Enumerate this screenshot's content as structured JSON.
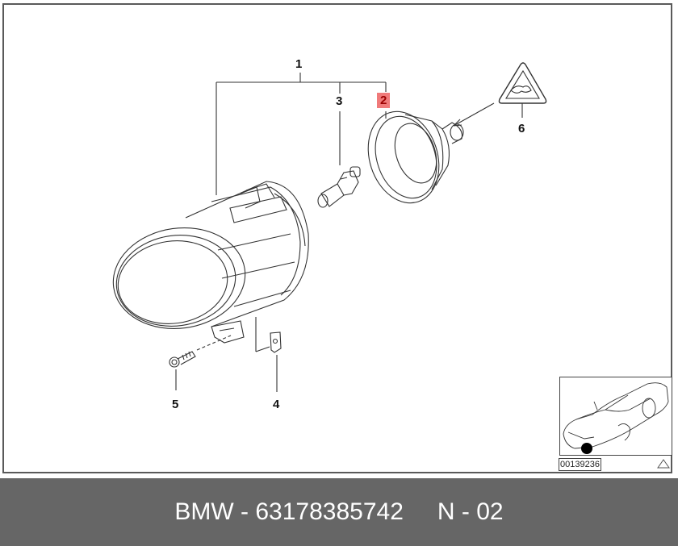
{
  "diagram": {
    "title": "Fog light assembly exploded view",
    "callouts": [
      {
        "id": "1",
        "label": "1",
        "highlighted": false
      },
      {
        "id": "2",
        "label": "2",
        "highlighted": true
      },
      {
        "id": "3",
        "label": "3",
        "highlighted": false
      },
      {
        "id": "4",
        "label": "4",
        "highlighted": false
      },
      {
        "id": "5",
        "label": "5",
        "highlighted": false
      },
      {
        "id": "6",
        "label": "6",
        "highlighted": false
      }
    ],
    "parts": {
      "1": "fog-light-housing",
      "2": "reflector-socket",
      "3": "halogen-bulb",
      "4": "clip-nut",
      "5": "screw",
      "6": "warning-label"
    },
    "highlight_color": "#f07a7a",
    "inset": {
      "image_code": "00139236",
      "marker_icon": "warning-triangle-icon"
    }
  },
  "footer": {
    "brand": "BMW",
    "separator": "-",
    "part_number": "63178385742",
    "position_code": "N - 02",
    "text_left": "BMW - 63178385742",
    "text_right": "N - 02",
    "background": "#666666",
    "text_color": "#ffffff"
  }
}
